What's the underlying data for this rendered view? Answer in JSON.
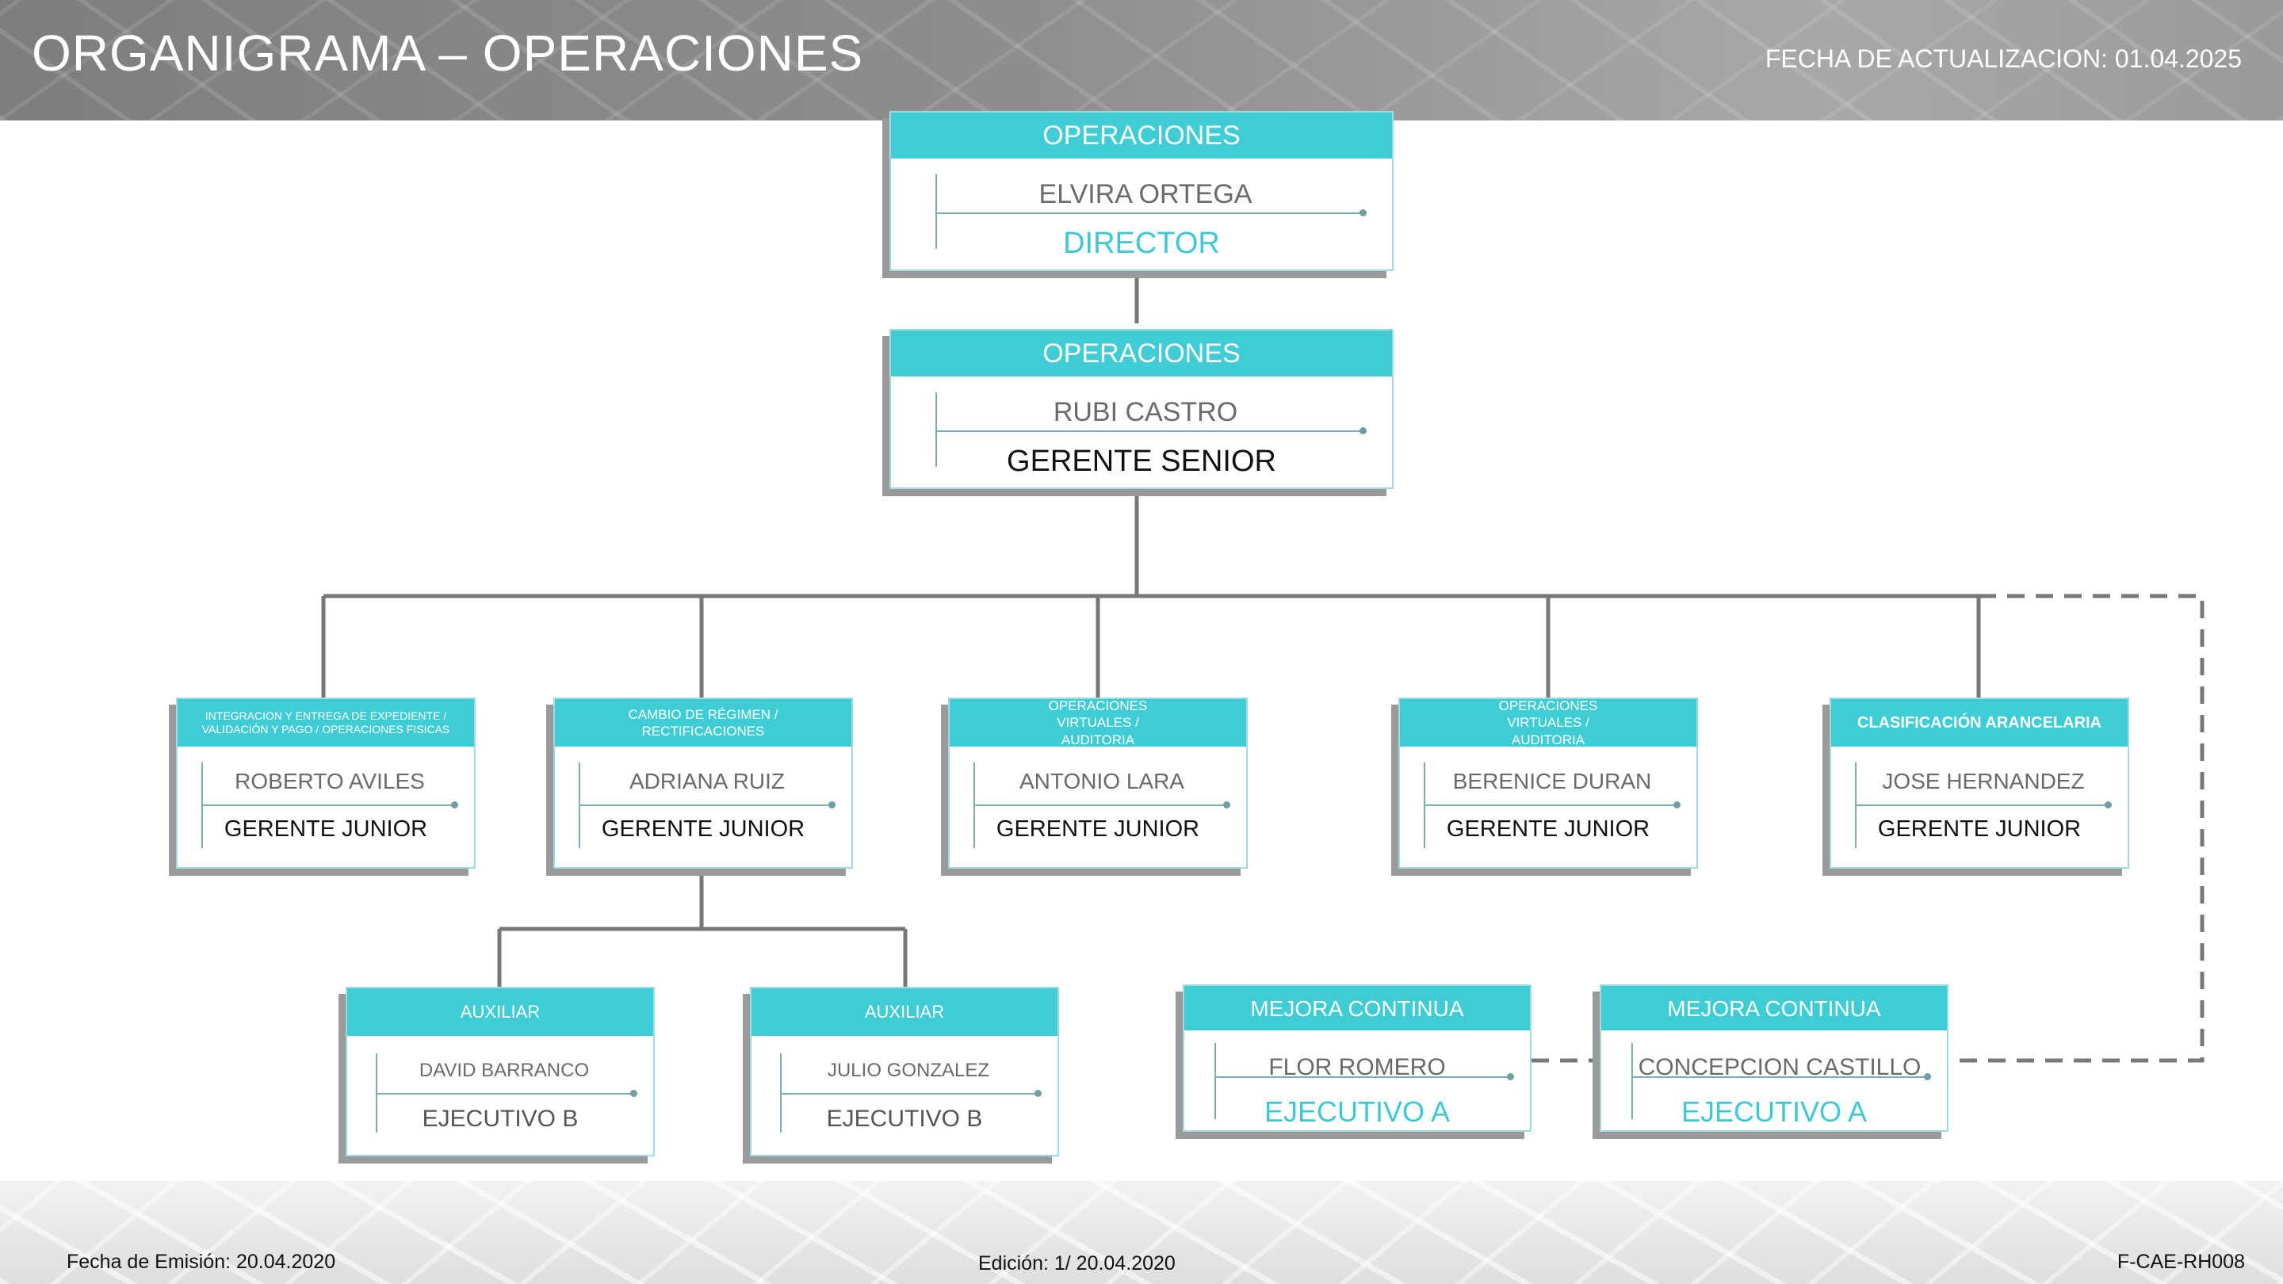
{
  "header": {
    "title": "ORGANIGRAMA –  OPERACIONES",
    "update_label": "FECHA DE ACTUALIZACION:  01.04.2025"
  },
  "footer": {
    "emission": "Fecha de Emisión: 20.04.2020",
    "edition": "Edición: 1/ 20.04.2020",
    "code": "F-CAE-RH008"
  },
  "colors": {
    "accent": "#40ccd4",
    "role_cyan": "#3ec8d6",
    "connector": "#777777",
    "shadow": "#9a9a9a"
  },
  "nodes": {
    "director": {
      "area": "OPERACIONES",
      "name": "ELVIRA ORTEGA",
      "role": "DIRECTOR"
    },
    "gerente_senior": {
      "area": "OPERACIONES",
      "name": "RUBI CASTRO",
      "role": "GERENTE SENIOR"
    },
    "jr1": {
      "area": "INTEGRACION Y ENTREGA DE EXPEDIENTE / VALIDACIÓN Y PAGO / OPERACIONES FISICAS",
      "name": "ROBERTO AVILES",
      "role": "GERENTE JUNIOR"
    },
    "jr2": {
      "area": "CAMBIO DE RÉGIMEN / RECTIFICACIONES",
      "name": "ADRIANA RUIZ",
      "role": "GERENTE JUNIOR"
    },
    "jr3": {
      "area": "OPERACIONES  VIRTUALES / AUDITORIA",
      "name": "ANTONIO LARA",
      "role": "GERENTE JUNIOR"
    },
    "jr4": {
      "area": "OPERACIONES  VIRTUALES / AUDITORIA",
      "name": "BERENICE DURAN",
      "role": "GERENTE JUNIOR"
    },
    "jr5": {
      "area": "CLASIFICACIÓN ARANCELARIA",
      "name": "JOSE HERNANDEZ",
      "role": "GERENTE JUNIOR"
    },
    "aux1": {
      "area": "AUXILIAR",
      "name": "DAVID BARRANCO",
      "role": "EJECUTIVO B"
    },
    "aux2": {
      "area": "AUXILIAR",
      "name": "JULIO GONZALEZ",
      "role": "EJECUTIVO B"
    },
    "mc1": {
      "area": "MEJORA CONTINUA",
      "name": "FLOR ROMERO",
      "role": "EJECUTIVO A"
    },
    "mc2": {
      "area": "MEJORA CONTINUA",
      "name": "CONCEPCION CASTILLO",
      "role": "EJECUTIVO A"
    }
  }
}
